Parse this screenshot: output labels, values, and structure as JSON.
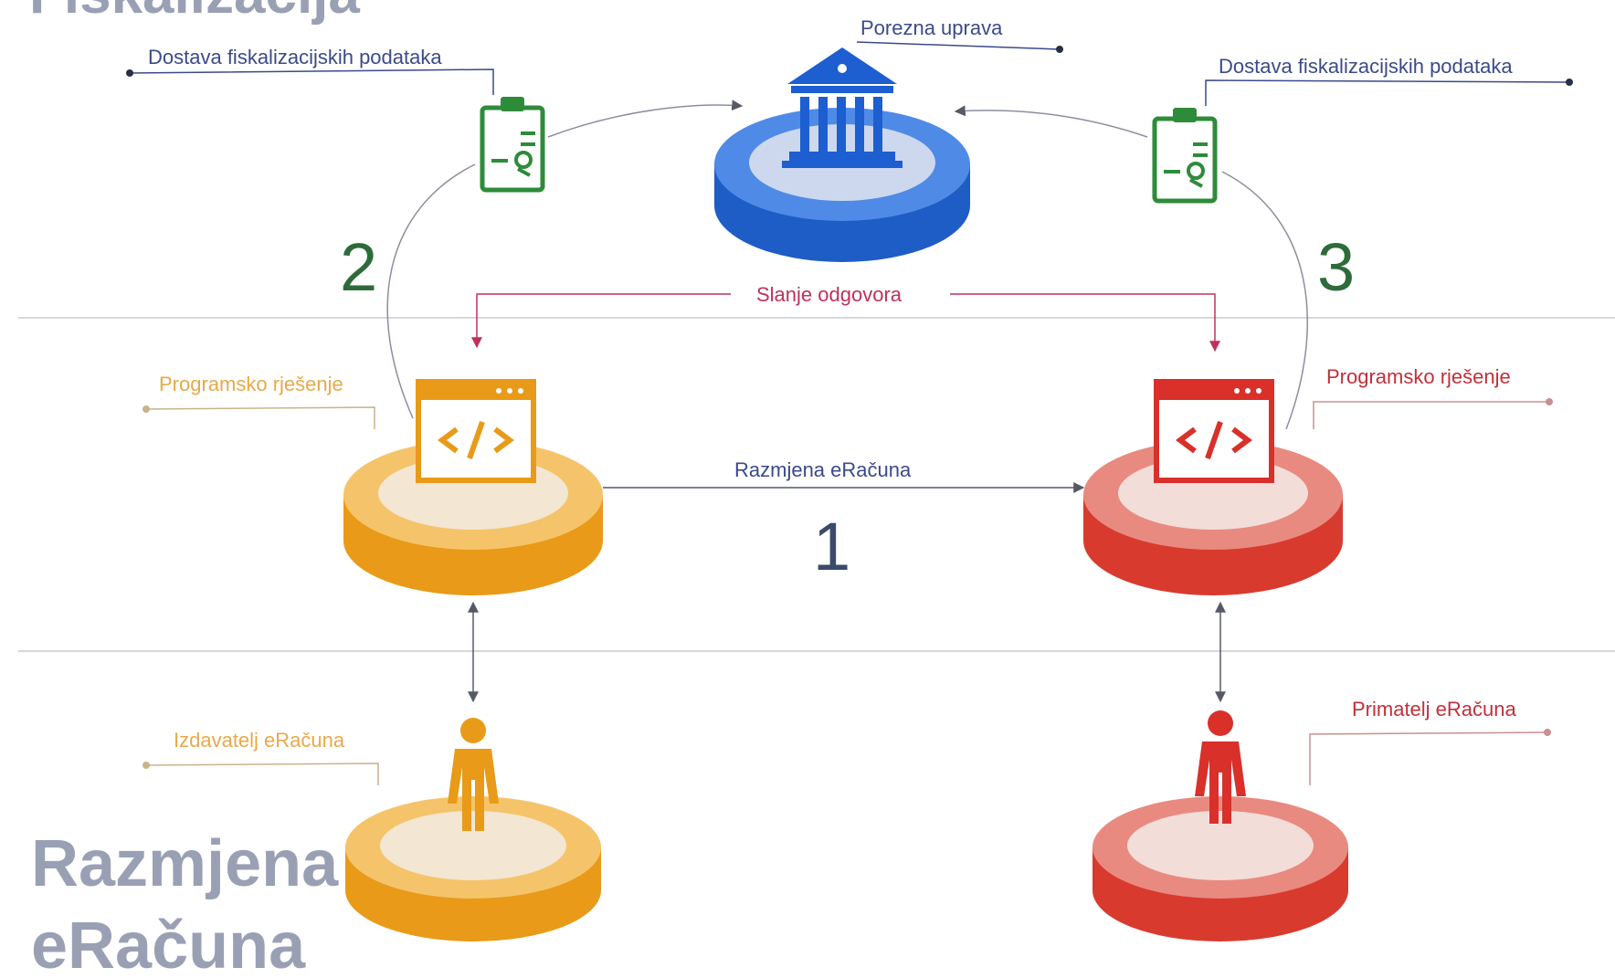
{
  "sections": {
    "top": "Fiskalizacija",
    "bottom_line1": "Razmjena",
    "bottom_line2": "eRačuna"
  },
  "nodes": {
    "tax_authority": "Porezna uprava",
    "sender_software": "Programsko rješenje",
    "receiver_software": "Programsko rješenje",
    "sender": "Izdavatelj eRačuna",
    "receiver": "Primatelj eRačuna"
  },
  "flows": {
    "fiscal_data_left": "Dostava fiskalizacijskih podataka",
    "fiscal_data_right": "Dostava fiskalizacijskih podataka",
    "response": "Slanje odgovora",
    "exchange": "Razmjena eRačuna"
  },
  "steps": {
    "exchange": "1",
    "sender_fiscal": "2",
    "receiver_fiscal": "3"
  },
  "colors": {
    "tax_authority": "#2f6fd8",
    "sender": "#f0a020",
    "receiver": "#e23a32",
    "document": "#2e8b3a",
    "section_title": "#9aa0b4",
    "label_left": "#3b4a8a",
    "label_sender": "#e8a94a",
    "label_receiver": "#c0303a",
    "response": "#c0305a"
  }
}
